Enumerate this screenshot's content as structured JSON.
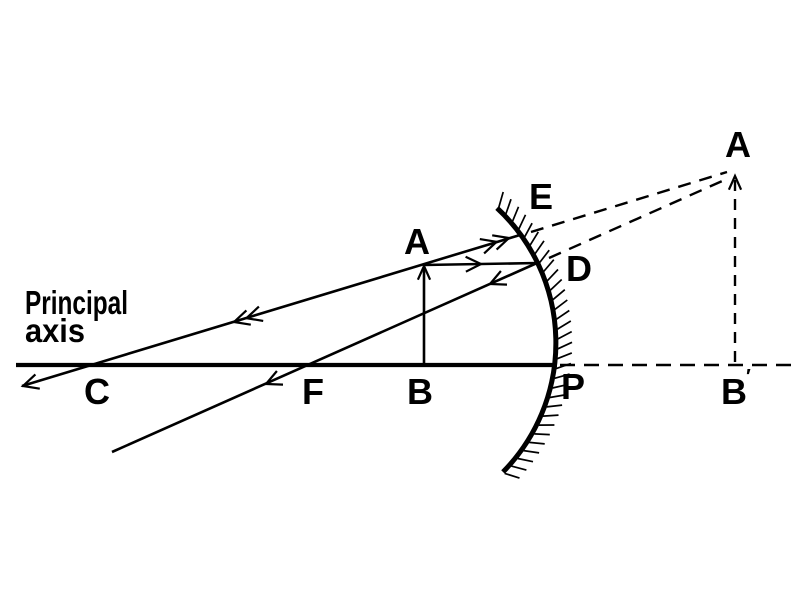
{
  "figure": {
    "labels": {
      "principal_axis": [
        "Principal",
        "axis"
      ],
      "center_c": "C",
      "focus_f": "F",
      "object_base_b": "B",
      "pole_p": "P",
      "point_e": "E",
      "point_d": "D",
      "object_top_a": "A",
      "image_top_a": "A",
      "image_base_b": "B",
      "image_base_prime": "′"
    },
    "colors": {
      "ink": "#000000",
      "background": "#ffffff"
    }
  }
}
